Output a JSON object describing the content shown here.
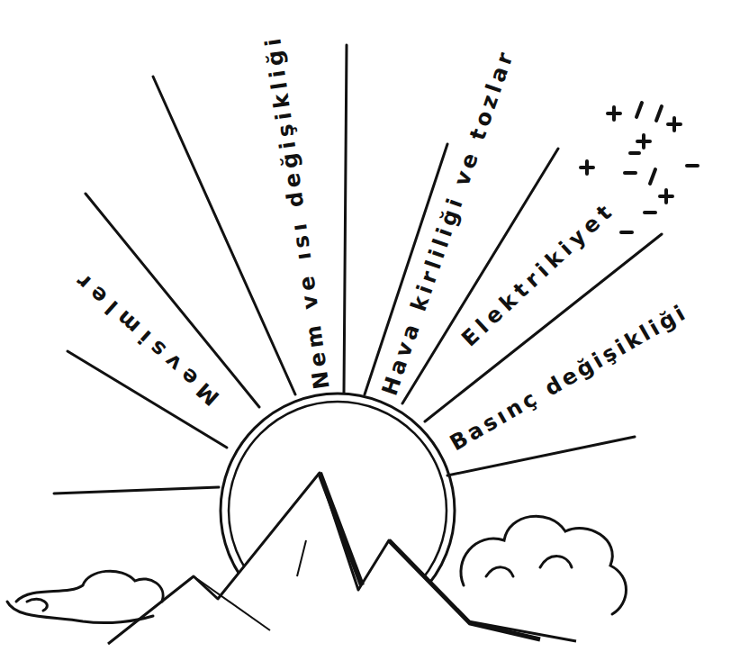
{
  "diagram": {
    "labels": [
      "Mevsimler",
      "Nem ve ısı değişikliği",
      "Hava kirliliği ve tozlar",
      "Elektrikiyet",
      "Basınç değişikliği"
    ]
  }
}
